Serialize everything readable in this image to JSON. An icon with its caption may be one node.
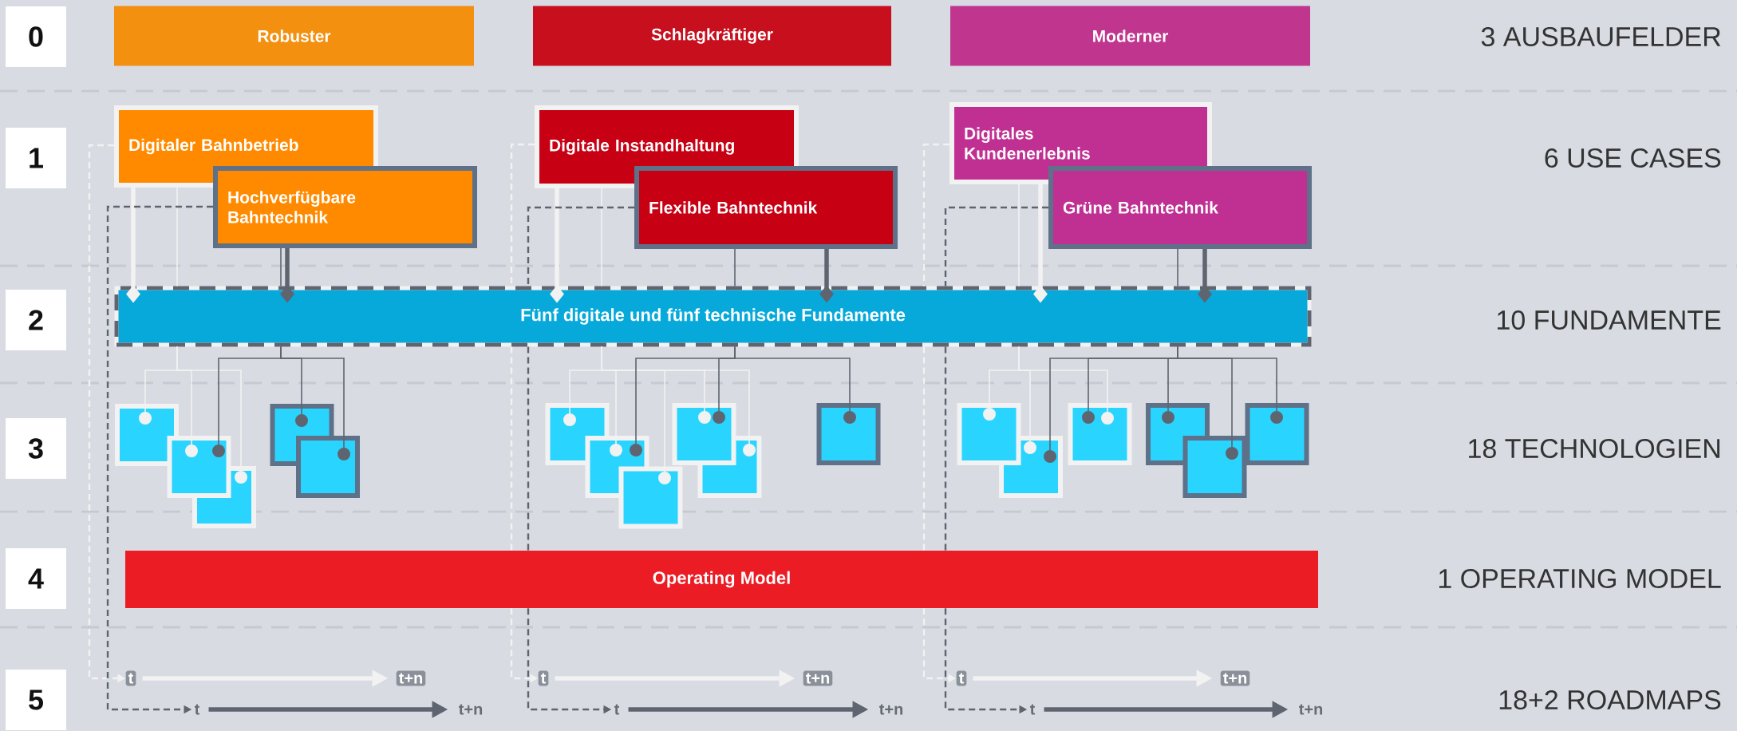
{
  "diagram": {
    "nodes": [
      {
        "text": [
          "0"
        ]
      },
      {
        "text": [
          "Robuster"
        ]
      },
      {
        "text": [
          "Schlagkräftiger"
        ]
      },
      {
        "text": [
          "Moderner"
        ]
      },
      {
        "text": [
          "1"
        ]
      },
      {
        "text": [
          "Digitaler Bahnbetrieb"
        ]
      },
      {
        "text": [
          "Hochverfügbare Bahntechnik"
        ]
      },
      {
        "text": [
          "Digitale Instandhaltung"
        ]
      },
      {
        "text": [
          "Flexible Bahntechnik"
        ]
      },
      {
        "text": [
          "Digitales Kundenerlebnis"
        ]
      },
      {
        "text": [
          "Grüne Bahntechnik"
        ]
      },
      {
        "text": [
          "2"
        ]
      },
      {
        "text": [
          "Fünf digitale und fünf technische Fundamente"
        ]
      },
      {
        "text": [
          "3"
        ]
      },
      {
        "text": [],
        "shape": "box"
      },
      {
        "text": [],
        "shape": "box"
      },
      {
        "text": [],
        "shape": "box"
      },
      {
        "text": [],
        "shape": "box"
      },
      {
        "text": [],
        "shape": "box"
      },
      {
        "text": [],
        "shape": "box"
      },
      {
        "text": [],
        "shape": "box"
      },
      {
        "text": [],
        "shape": "box"
      },
      {
        "text": [],
        "shape": "box"
      },
      {
        "text": [],
        "shape": "box"
      },
      {
        "text": [],
        "shape": "box"
      },
      {
        "text": [],
        "shape": "box"
      },
      {
        "text": [],
        "shape": "box"
      },
      {
        "text": [],
        "shape": "box"
      },
      {
        "text": [],
        "shape": "box"
      },
      {
        "text": [],
        "shape": "box"
      },
      {
        "text": [],
        "shape": "box"
      },
      {
        "text": [
          "4"
        ]
      },
      {
        "text": [
          "Operating Model"
        ]
      },
      {
        "text": [
          "5"
        ]
      },
      {
        "text": [
          "t"
        ]
      },
      {
        "text": [
          "t+n"
        ]
      },
      {
        "text": [
          "t"
        ]
      },
      {
        "text": [
          "t+n"
        ]
      },
      {
        "text": [
          "t"
        ]
      },
      {
        "text": [
          "t+n"
        ]
      },
      {
        "text": [
          "t"
        ]
      },
      {
        "text": [
          "t+n"
        ]
      },
      {
        "text": [
          "t"
        ]
      },
      {
        "text": [
          "t+n"
        ]
      },
      {
        "text": [
          "t"
        ]
      },
      {
        "text": [
          "t+n"
        ]
      }
    ],
    "edges": [
      {
        "from": 5,
        "to": 12,
        "arrow": "other",
        "style": "thick",
        "color": "#f2f2f2"
      },
      {
        "from": 6,
        "to": 12,
        "arrow": "other",
        "style": "thick",
        "color": "#5f6570"
      },
      {
        "from": 7,
        "to": 12,
        "arrow": "other",
        "style": "thick",
        "color": "#f2f2f2"
      },
      {
        "from": 8,
        "to": 12,
        "arrow": "other",
        "style": "thick",
        "color": "#5f6570"
      },
      {
        "from": 9,
        "to": 12,
        "arrow": "other",
        "style": "thick",
        "color": "#f2f2f2"
      },
      {
        "from": 10,
        "to": 12,
        "arrow": "other",
        "style": "thick",
        "color": "#5f6570"
      },
      {
        "from": 5,
        "to": 12,
        "arrow": "none",
        "color": "#f2f2f2"
      },
      {
        "from": 6,
        "to": 12,
        "arrow": "none",
        "color": "#5f6570"
      },
      {
        "from": 7,
        "to": 12,
        "arrow": "none",
        "color": "#f2f2f2"
      },
      {
        "from": 8,
        "to": 12,
        "arrow": "none",
        "color": "#5f6570"
      },
      {
        "from": 9,
        "to": 12,
        "arrow": "none",
        "color": "#f2f2f2"
      },
      {
        "from": 10,
        "to": 12,
        "arrow": "none",
        "color": "#5f6570"
      },
      {
        "from": 12,
        "to": 14,
        "arrow": "other",
        "color": "#f2f2f2"
      },
      {
        "from": 12,
        "to": 15,
        "arrow": "other",
        "color": "#f2f2f2"
      },
      {
        "from": 12,
        "to": 16,
        "arrow": "other",
        "color": "#f2f2f2"
      },
      {
        "from": 12,
        "to": 15,
        "arrow": "other",
        "color": "#5f6570"
      },
      {
        "from": 12,
        "to": 17,
        "arrow": "other",
        "color": "#5f6570"
      },
      {
        "from": 12,
        "to": 18,
        "arrow": "other",
        "color": "#5f6570"
      },
      {
        "from": 12,
        "to": 19,
        "arrow": "other",
        "color": "#f2f2f2"
      },
      {
        "from": 12,
        "to": 20,
        "arrow": "other",
        "color": "#f2f2f2"
      },
      {
        "from": 12,
        "to": 21,
        "arrow": "other",
        "color": "#f2f2f2"
      },
      {
        "from": 12,
        "to": 22,
        "arrow": "other",
        "color": "#f2f2f2"
      },
      {
        "from": 12,
        "to": 23,
        "arrow": "other",
        "color": "#f2f2f2"
      },
      {
        "from": 12,
        "to": 20,
        "arrow": "other",
        "color": "#5f6570"
      },
      {
        "from": 12,
        "to": 22,
        "arrow": "other",
        "color": "#5f6570"
      },
      {
        "from": 12,
        "to": 24,
        "arrow": "other",
        "color": "#5f6570"
      },
      {
        "from": 12,
        "to": 25,
        "arrow": "other",
        "color": "#f2f2f2"
      },
      {
        "from": 12,
        "to": 26,
        "arrow": "other",
        "color": "#f2f2f2"
      },
      {
        "from": 12,
        "to": 27,
        "arrow": "other",
        "color": "#f2f2f2"
      },
      {
        "from": 12,
        "to": 26,
        "arrow": "other",
        "color": "#5f6570"
      },
      {
        "from": 12,
        "to": 27,
        "arrow": "other",
        "color": "#5f6570"
      },
      {
        "from": 12,
        "to": 28,
        "arrow": "other",
        "color": "#5f6570"
      },
      {
        "from": 12,
        "to": 29,
        "arrow": "other",
        "color": "#5f6570"
      },
      {
        "from": 12,
        "to": 30,
        "arrow": "other",
        "color": "#5f6570"
      },
      {
        "from": 5,
        "to": 34,
        "arrow": "to",
        "style": "dashed",
        "color": "#f2f2f2"
      },
      {
        "from": 6,
        "to": 40,
        "arrow": "to",
        "style": "dashed",
        "color": "#5f6570"
      },
      {
        "from": 7,
        "to": 12,
        "arrow": "none",
        "style": "dashed",
        "color": "#f2f2f2"
      },
      {
        "from": 12,
        "to": 32,
        "arrow": "none",
        "style": "dashed",
        "color": "#f2f2f2"
      },
      {
        "from": 32,
        "to": 36,
        "arrow": "to",
        "style": "dashed",
        "color": "#f2f2f2"
      },
      {
        "from": 8,
        "to": 12,
        "arrow": "none",
        "style": "dashed",
        "color": "#5f6570"
      },
      {
        "from": 12,
        "to": 32,
        "arrow": "none",
        "style": "dashed",
        "color": "#5f6570"
      },
      {
        "from": 32,
        "to": 42,
        "arrow": "to",
        "style": "dashed",
        "color": "#5f6570"
      },
      {
        "from": 9,
        "to": 12,
        "arrow": "none",
        "style": "dashed",
        "color": "#f2f2f2"
      },
      {
        "from": 12,
        "to": 32,
        "arrow": "none",
        "style": "dashed",
        "color": "#f2f2f2"
      },
      {
        "from": 32,
        "to": 38,
        "arrow": "to",
        "style": "dashed",
        "color": "#f2f2f2"
      },
      {
        "from": 10,
        "to": 12,
        "arrow": "none",
        "style": "dashed",
        "color": "#5f6570"
      },
      {
        "from": 12,
        "to": 32,
        "arrow": "none",
        "style": "dashed",
        "color": "#5f6570"
      },
      {
        "from": 32,
        "to": 44,
        "arrow": "to",
        "style": "dashed",
        "color": "#5f6570"
      },
      {
        "from": 34,
        "to": 35,
        "arrow": "to",
        "style": "thick",
        "color": "#f2f2f2"
      },
      {
        "from": 36,
        "to": 37,
        "arrow": "to",
        "style": "thick",
        "color": "#f2f2f2"
      },
      {
        "from": 38,
        "to": 39,
        "arrow": "to",
        "style": "thick",
        "color": "#f2f2f2"
      },
      {
        "from": 40,
        "to": 41,
        "arrow": "to",
        "style": "thick",
        "color": "#5f6570"
      },
      {
        "from": 42,
        "to": 43,
        "arrow": "to",
        "style": "thick",
        "color": "#5f6570"
      },
      {
        "from": 44,
        "to": 45,
        "arrow": "to",
        "style": "thick",
        "color": "#5f6570"
      }
    ],
    "labels": [
      "3 AUSBAUFELDER",
      "6 USE CASES",
      "10 FUNDAMENTE",
      "18 TECHNOLOGIEN",
      "1 OPERATING MODEL",
      "18+2 ROADMAPS"
    ]
  }
}
